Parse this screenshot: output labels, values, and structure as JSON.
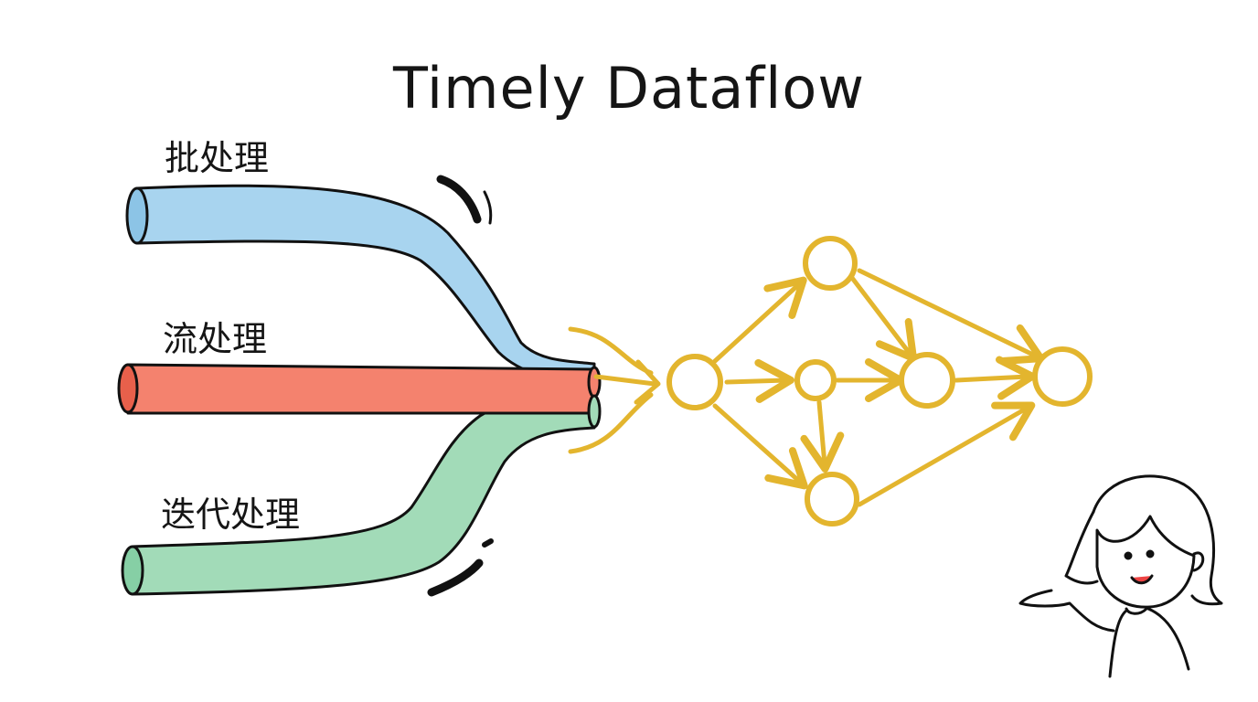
{
  "diagram": {
    "title": "Timely Dataflow",
    "pipes": [
      {
        "label": "批处理",
        "color": "#a8d4ef"
      },
      {
        "label": "流处理",
        "color": "#f4826e"
      },
      {
        "label": "迭代处理",
        "color": "#a2dbb8"
      }
    ],
    "graph": {
      "node_color": "#e3b52e",
      "node_count": 6,
      "edge_count": 9
    }
  }
}
